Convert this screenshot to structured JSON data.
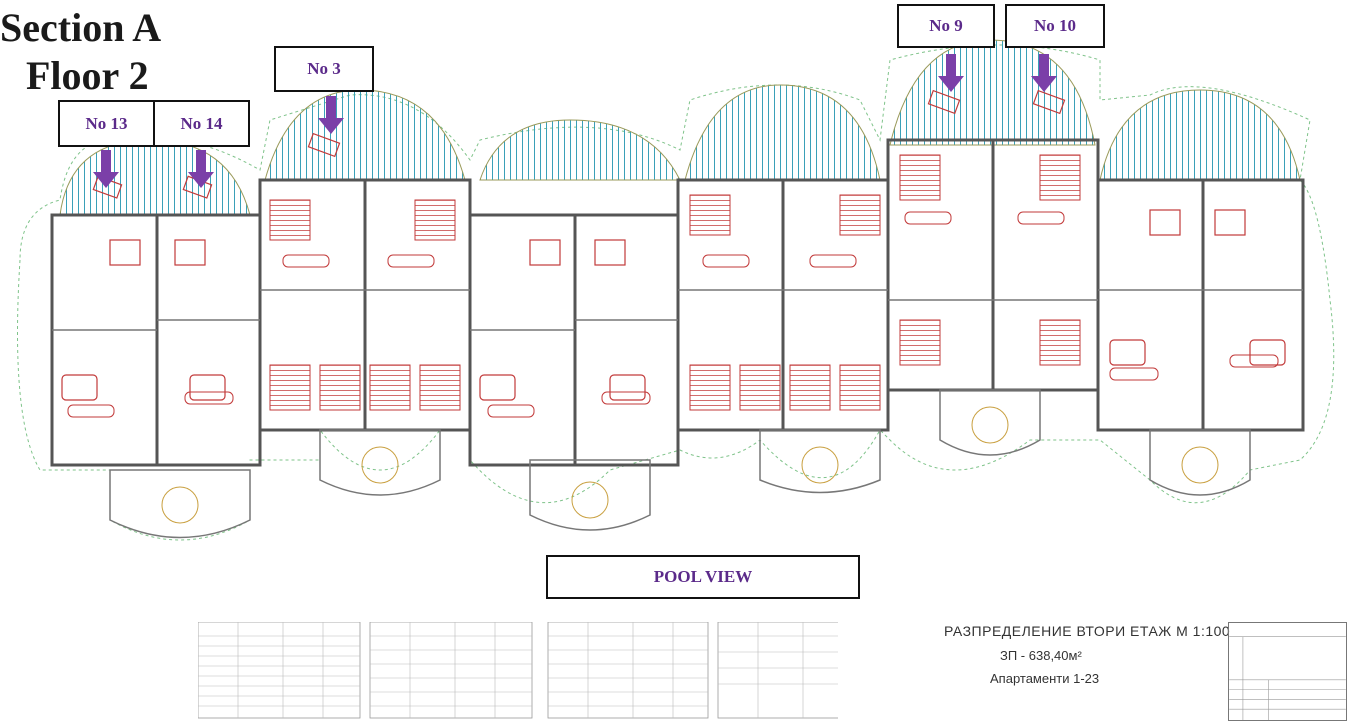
{
  "header": {
    "line1": "Section A",
    "line2": "Floor 2"
  },
  "unit_labels": [
    {
      "id": "no13",
      "text": "No 13"
    },
    {
      "id": "no14",
      "text": "No 14"
    },
    {
      "id": "no3",
      "text": "No 3"
    },
    {
      "id": "no9",
      "text": "No 9"
    },
    {
      "id": "no10",
      "text": "No 10"
    }
  ],
  "pool_label": "POOL VIEW",
  "legend": {
    "title": "РАЗПРЕДЕЛЕНИЕ ВТОРИ ЕТАЖ   М 1:100",
    "area": "ЗП - 638,40м²",
    "apartments": "Апартаменти 1-23"
  },
  "colors": {
    "label_text": "#5b2a8a",
    "arrow": "#7b3fa8",
    "plan_lines": "#c23a3a",
    "balcony": "#3aa0b8"
  }
}
